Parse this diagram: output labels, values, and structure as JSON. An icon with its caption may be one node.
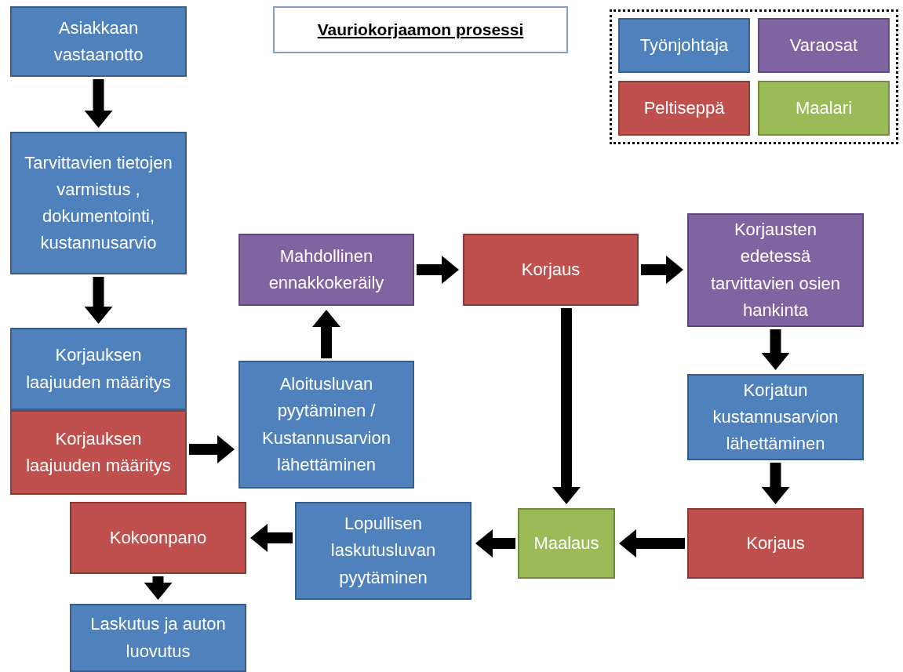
{
  "diagram": {
    "title": "Vauriokorjaamon prosessi",
    "nodes": [
      {
        "text": [
          "Asiakkaan vastaanotto"
        ]
      },
      {
        "text": [
          "Tarvittavien tietojen varmistus , dokumentointi, kustannusarvio"
        ]
      },
      {
        "text": [
          "Korjauksen laajuuden määritys"
        ]
      },
      {
        "text": [
          "Korjauksen laajuuden määritys"
        ]
      },
      {
        "text": [
          "Aloitusluvan pyytäminen / Kustannusarvion lähettäminen"
        ]
      },
      {
        "text": [
          "Mahdollinen ennakkokeräily"
        ]
      },
      {
        "text": [
          "Korjaus"
        ]
      },
      {
        "text": [
          "Korjausten edetessä tarvittavien osien hankinta"
        ]
      },
      {
        "text": [
          "Korjatun kustannusarvion lähettäminen"
        ]
      },
      {
        "text": [
          "Korjaus"
        ]
      },
      {
        "text": [
          "Maalaus"
        ]
      },
      {
        "text": [
          "Lopullisen laskutusluvan pyytäminen"
        ]
      },
      {
        "text": [
          "Kokoonpano"
        ]
      },
      {
        "text": [
          "Laskutus ja auton luovutus"
        ]
      }
    ],
    "edges": [
      {
        "from": 0,
        "to": 1,
        "arrow": "to"
      },
      {
        "from": 1,
        "to": 2,
        "arrow": "to"
      },
      {
        "from": 3,
        "to": 4,
        "arrow": "to"
      },
      {
        "from": 4,
        "to": 5,
        "arrow": "to"
      },
      {
        "from": 5,
        "to": 6,
        "arrow": "to"
      },
      {
        "from": 6,
        "to": 7,
        "arrow": "to"
      },
      {
        "from": 7,
        "to": 8,
        "arrow": "to"
      },
      {
        "from": 8,
        "to": 9,
        "arrow": "to"
      },
      {
        "from": 6,
        "to": 10,
        "arrow": "to"
      },
      {
        "from": 9,
        "to": 10,
        "arrow": "to"
      },
      {
        "from": 10,
        "to": 11,
        "arrow": "to"
      },
      {
        "from": 11,
        "to": 12,
        "arrow": "to"
      },
      {
        "from": 12,
        "to": 13,
        "arrow": "to"
      }
    ],
    "legend": [
      {
        "text": "Työnjohtaja",
        "color": "#4f81bd"
      },
      {
        "text": "Varaosat",
        "color": "#8064a2"
      },
      {
        "text": "Peltiseppä",
        "color": "#c0504d"
      },
      {
        "text": "Maalari",
        "color": "#9bbb59"
      }
    ]
  }
}
